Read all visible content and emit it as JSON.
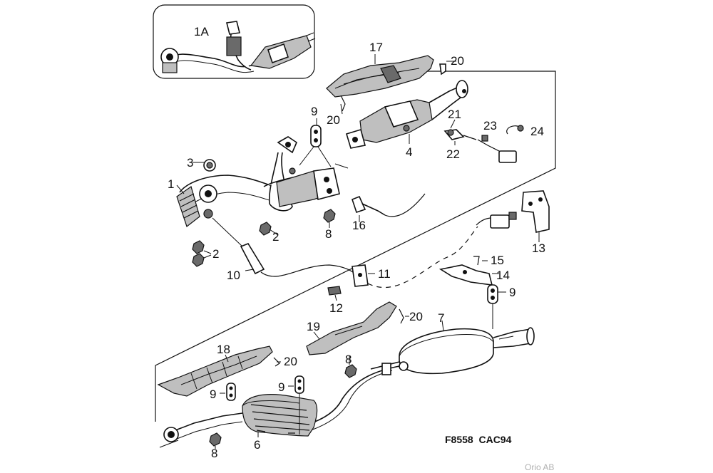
{
  "figure_code": "F8558  CAC94",
  "copyright": "Orio AB",
  "callouts": {
    "c1a": "1A",
    "c1": "1",
    "c2a": "2",
    "c2b": "2",
    "c3": "3",
    "c4": "4",
    "c6": "6",
    "c7": "7",
    "c8a": "8",
    "c8b": "8",
    "c8c": "8",
    "c9a": "9",
    "c9b": "9",
    "c9c": "9",
    "c9d": "9",
    "c10": "10",
    "c11": "11",
    "c12": "12",
    "c13": "13",
    "c14": "14",
    "c15": "15",
    "c16": "16",
    "c17": "17",
    "c18": "18",
    "c19": "19",
    "c20a": "20",
    "c20b": "20",
    "c20c": "20",
    "c20d": "20",
    "c21": "21",
    "c22": "22",
    "c23": "23",
    "c24": "24"
  }
}
